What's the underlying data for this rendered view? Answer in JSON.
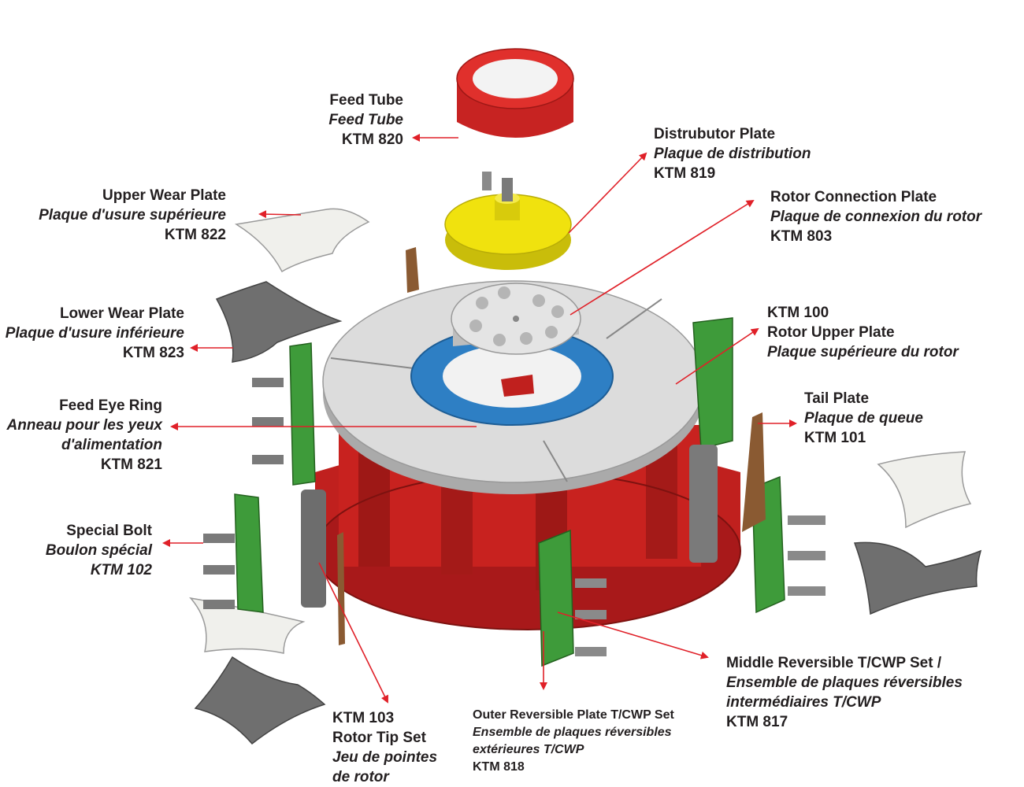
{
  "colors": {
    "arrow": "#e02028",
    "rotor_red": "#c0201e",
    "plate_grey": "#dcdcdc",
    "ring_blue": "#2e7fc4",
    "tip_green": "#3e9b3a",
    "distributor_yellow": "#f0e20e",
    "dark_grey": "#6f6f6f",
    "tail_brown": "#8a5a32"
  },
  "labels": {
    "feed_tube": {
      "en": "Feed Tube",
      "fr": "Feed Tube",
      "code": "KTM 820"
    },
    "distributor_plate": {
      "en": "Distrubutor Plate",
      "fr": "Plaque de distribution",
      "code": "KTM 819"
    },
    "upper_wear_plate": {
      "en": "Upper Wear Plate",
      "fr": "Plaque d'usure supérieure",
      "code": "KTM 822"
    },
    "rotor_connection_plate": {
      "en": "Rotor Connection Plate",
      "fr": "Plaque de connexion du rotor",
      "code": "KTM 803"
    },
    "lower_wear_plate": {
      "en": "Lower Wear Plate",
      "fr": "Plaque d'usure inférieure",
      "code": "KTM 823"
    },
    "rotor_upper_plate": {
      "code": "KTM 100",
      "en": "Rotor Upper Plate",
      "fr": "Plaque supérieure du rotor"
    },
    "feed_eye_ring": {
      "en": "Feed Eye Ring",
      "fr1": "Anneau pour les yeux",
      "fr2": "d'alimentation",
      "code": "KTM 821"
    },
    "tail_plate": {
      "en": "Tail Plate",
      "fr": "Plaque de queue",
      "code": "KTM 101"
    },
    "special_bolt": {
      "en": "Special Bolt",
      "fr": "Boulon spécial",
      "code": "KTM 102"
    },
    "middle_reversible": {
      "en": "Middle Reversible T/CWP Set /",
      "fr1": "Ensemble de plaques réversibles",
      "fr2": "intermédiaires T/CWP",
      "code": "KTM 817"
    },
    "rotor_tip_set": {
      "code": "KTM 103",
      "en": "Rotor Tip Set",
      "fr1": "Jeu de pointes",
      "fr2": "de rotor"
    },
    "outer_reversible": {
      "en": "Outer Reversible Plate T/CWP Set",
      "fr1": "Ensemble de plaques réversibles",
      "fr2": "extérieures T/CWP",
      "code": "KTM 818"
    }
  }
}
